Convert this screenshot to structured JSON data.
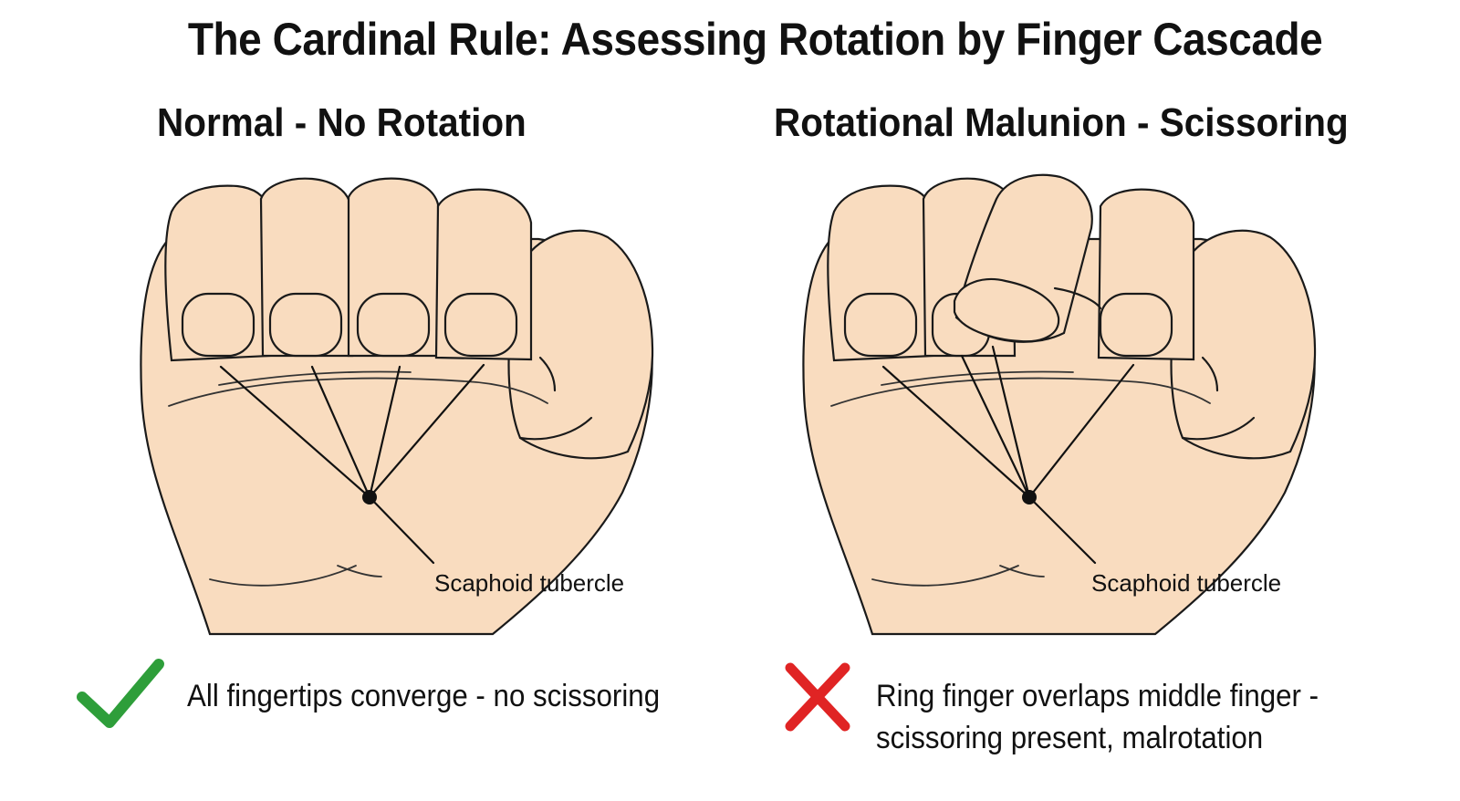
{
  "title": "The Cardinal Rule: Assessing Rotation by Finger Cascade",
  "panels": {
    "left": {
      "heading": "Normal - No Rotation",
      "label": "Scaphoid tubercle",
      "verdict": "All fingertips converge - no scissoring",
      "verdict_icon": "check-icon",
      "verdict_color": "#2e9e3a"
    },
    "right": {
      "heading": "Rotational Malunion - Scissoring",
      "label": "Scaphoid tubercle",
      "verdict_line1": "Ring finger overlaps middle finger -",
      "verdict_line2": "scissoring present, malrotation",
      "verdict_icon": "cross-icon",
      "verdict_color": "#e02424"
    }
  },
  "colors": {
    "skin": "#f9dcbf",
    "outline": "#1a1a1a"
  }
}
